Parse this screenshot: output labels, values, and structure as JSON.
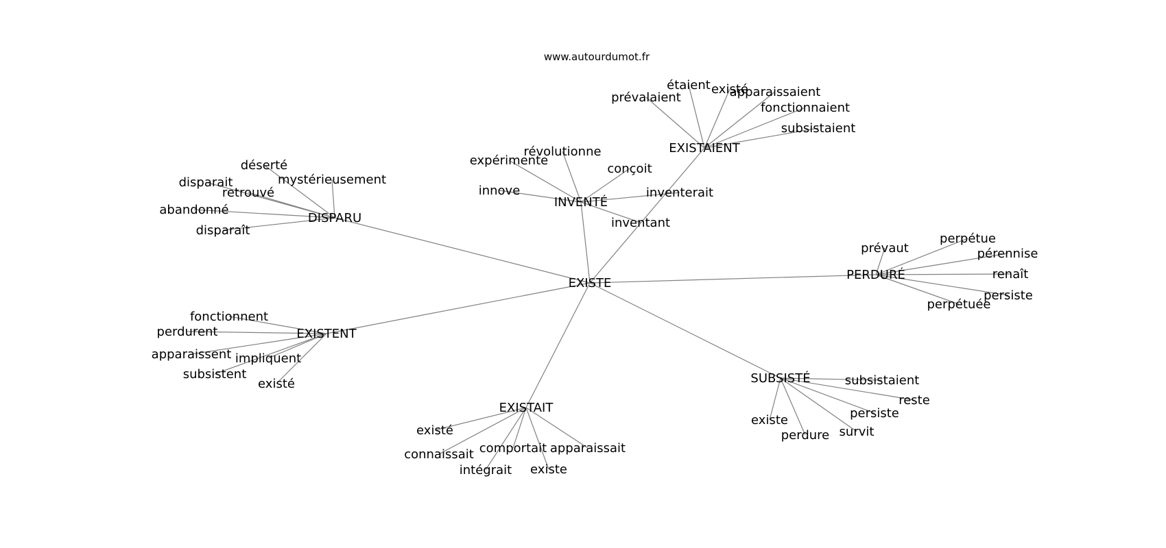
{
  "source": "www.autourdumot.fr",
  "center": "EXISTE",
  "hubs": [
    {
      "label": "DISPARU",
      "leaves": [
        "déserté",
        "mystérieusement",
        "disparait",
        "retrouvé",
        "abandonné",
        "disparaît"
      ]
    },
    {
      "label": "INVENTÉ",
      "leaves": [
        "révolutionne",
        "expérimente",
        "conçoit",
        "innove",
        "inventerait",
        "inventant"
      ]
    },
    {
      "label": "EXISTAIENT",
      "leaves": [
        "étaient",
        "existé",
        "prévalaient",
        "apparaissaient",
        "fonctionnaient",
        "subsistaient"
      ]
    },
    {
      "label": "PERDURÉ",
      "leaves": [
        "prévaut",
        "perpétue",
        "pérennise",
        "renaît",
        "persiste",
        "perpétuée"
      ]
    },
    {
      "label": "EXISTENT",
      "leaves": [
        "fonctionnent",
        "perdurent",
        "apparaissent",
        "impliquent",
        "subsistent",
        "existé"
      ]
    },
    {
      "label": "SUBSISTÉ",
      "leaves": [
        "subsistaient",
        "reste",
        "persiste",
        "existe",
        "perdure",
        "survit"
      ]
    },
    {
      "label": "EXISTAIT",
      "leaves": [
        "existé",
        "connaissait",
        "comportait",
        "apparaissait",
        "intégrait",
        "existe"
      ]
    }
  ]
}
